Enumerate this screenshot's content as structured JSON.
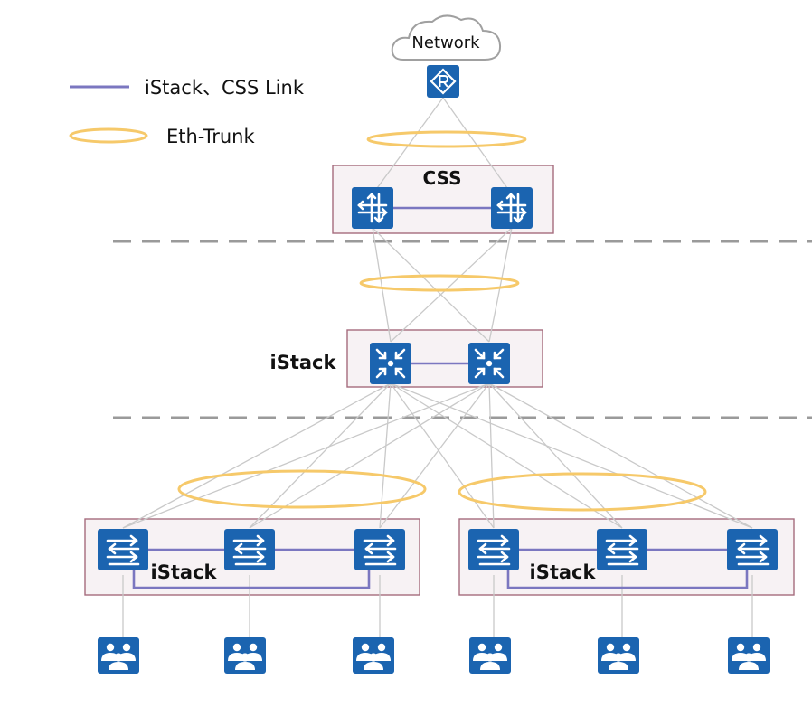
{
  "cloud": {
    "label": "Network"
  },
  "legend": {
    "link_label": "iStack、CSS Link",
    "trunk_label": "Eth-Trunk"
  },
  "groups": {
    "core": "CSS",
    "aggregation": "iStack",
    "access_left": "iStack",
    "access_right": "iStack"
  },
  "colors": {
    "device_blue": "#1b64b0",
    "device_dark": "#124f8f",
    "stack_link": "#7b77c0",
    "eth_trunk": "#f6c96a",
    "group_border": "#a56b7d",
    "group_fill": "#f7f2f4",
    "cable": "#c9c9c9",
    "dashed_divider": "#9a9a9a",
    "cloud_stroke": "#a0a0a0",
    "label_text": "#111111"
  }
}
